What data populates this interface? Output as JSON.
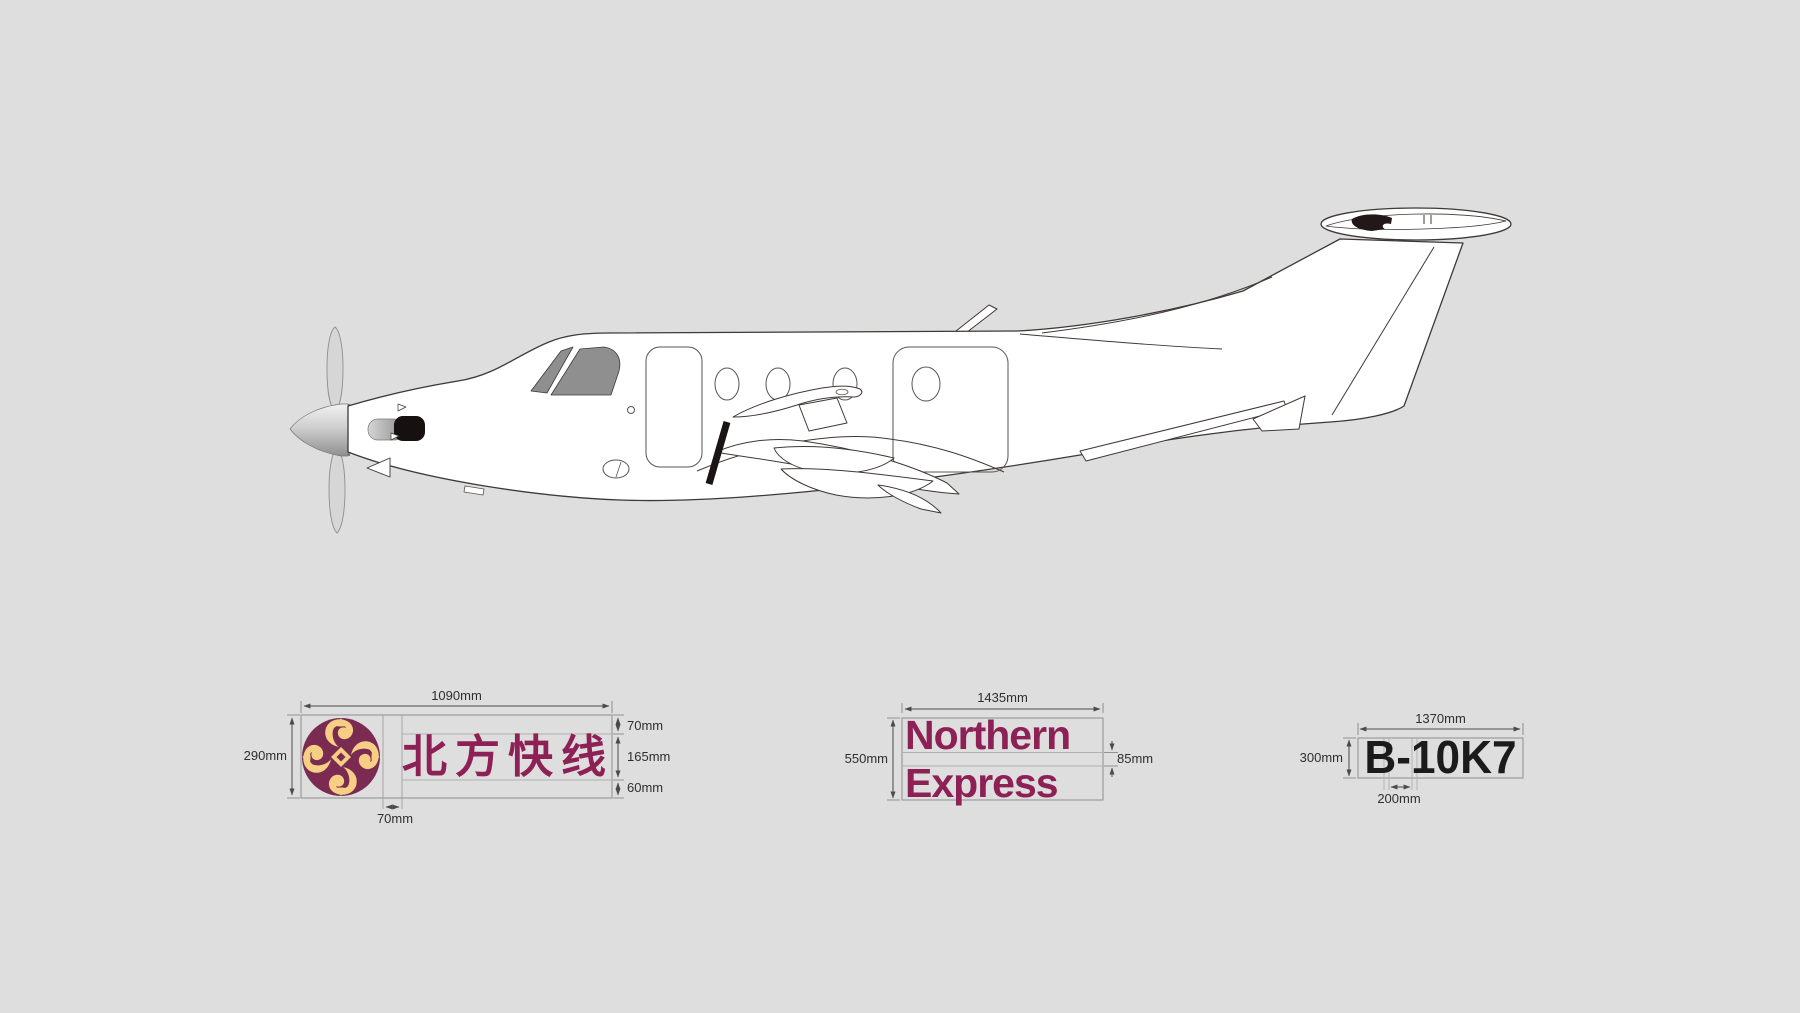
{
  "colors": {
    "background": "#DEDEDE",
    "brand_maroon": "#8D2156",
    "emblem_maroon": "#7B2A52",
    "brand_gold": "#F6CF85",
    "registration_black": "#1B1B1B",
    "cockpit_glass_gray": "#8F8F8F"
  },
  "illustration": {
    "subject": "single-engine turboprop aircraft side view"
  },
  "logo_block": {
    "emblem_icon": "cloud-scroll-roundel",
    "chinese_text": "北方快线",
    "dims": {
      "width": "1090mm",
      "height": "290mm",
      "gap": "70mm",
      "top": "70mm",
      "middle": "165mm",
      "bottom": "60mm"
    }
  },
  "wordmark_block": {
    "line1": "Northern",
    "line2": "Express",
    "dims": {
      "width": "1435mm",
      "height": "550mm",
      "gap": "85mm"
    }
  },
  "registration_block": {
    "text": "B-10K7",
    "dims": {
      "width": "1370mm",
      "height": "300mm",
      "dash": "200mm"
    }
  }
}
